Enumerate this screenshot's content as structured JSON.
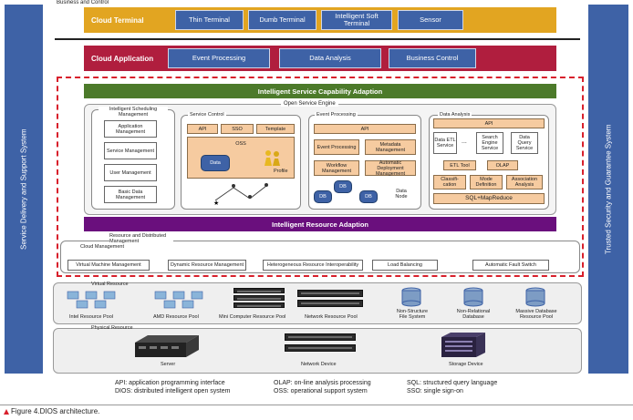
{
  "side_left": "Service Delivery and Support System",
  "side_right": "Trusted Security and Guarantee System",
  "top_band": {
    "corner_label": "Business and Control",
    "label": "Cloud Terminal",
    "items": [
      "Thin Terminal",
      "Dumb Terminal",
      "Intelligent Soft Terminal",
      "Sensor"
    ]
  },
  "app_band": {
    "label": "Cloud Application",
    "items": [
      "Event Processing",
      "Data Analysis",
      "Business Control"
    ]
  },
  "isca": "Intelligent Service Capability Adaption",
  "open_service_engine": "Open Service Engine",
  "sched": {
    "title": "Intelligent Scheduling Management",
    "items": [
      "Application Management",
      "Service Management",
      "User Management",
      "Basic Data Management"
    ]
  },
  "service_control": {
    "title": "Service Control",
    "tabs": [
      "API",
      "SSO",
      "Template"
    ],
    "oss": "OSS",
    "data": "Data",
    "profile": "Profile"
  },
  "event_processing": {
    "title": "Event Processing",
    "api": "API",
    "boxes": [
      "Event Processing",
      "Metadata Management",
      "Workflow Management",
      "Automatic Deployment Management"
    ],
    "db": "DB",
    "data_node": "Data Node"
  },
  "data_analysis": {
    "title": "Data Analysis",
    "api": "API",
    "services": [
      "Data ETL Service",
      "...",
      "Search Engine Service",
      "Data Query Service"
    ],
    "tools": [
      "ETL Tool",
      "OLAP"
    ],
    "subs": [
      "Classifi-cation",
      "Mode Definition",
      "Association Analysis"
    ],
    "sql": "SQL+MapReduce"
  },
  "ira": "Intelligent Resource Adaption",
  "resource_mgmt": {
    "title": "Resource and Distributed Management",
    "subtitle": "Cloud Management",
    "items": [
      "Virtual Machine Management",
      "Dynamic Resource Management",
      "Heterogeneous Resource Interoperability",
      "Load Balancing",
      "Automatic Fault Switch"
    ]
  },
  "virtual_resource": {
    "title": "Virtual Resource",
    "items": [
      "Intel Resource Pool",
      "AMD Resource Pool",
      "Mini Computer Resource Pool",
      "Network Resource Pool",
      "Non-Structure File System",
      "Non-Relational Database",
      "Massive Database Resource Pool"
    ]
  },
  "physical_resource": {
    "title": "Physical Resource",
    "items": [
      "Server",
      "Network Device",
      "Storage Device"
    ]
  },
  "legend": [
    "API: application programming interface",
    "DIOS: distributed intelligent open system",
    "OLAP: on-line analysis processing",
    "OSS: operational support system",
    "SQL: structured query language",
    "SSO: single sign-on"
  ],
  "caption": "Figure 4.DIOS architecture.",
  "colors": {
    "blue_side": "#3e62a6",
    "gold": "#e2a521",
    "crimson": "#b01e3e",
    "green": "#4c7a2a",
    "purple": "#6a0f7d",
    "dashed_red": "#d8202c"
  }
}
